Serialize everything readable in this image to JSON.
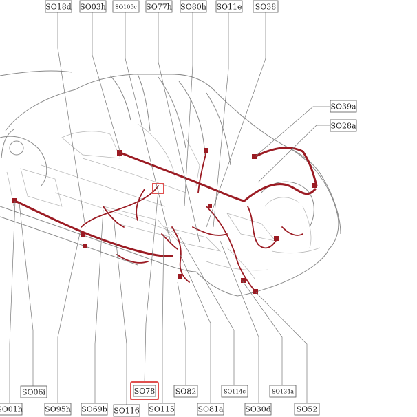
{
  "diagram": {
    "highlight_color": "#e0504f",
    "wire_color": "#9b1b23",
    "labels_top": [
      {
        "id": "SO18d",
        "text": "SO18d",
        "small": false,
        "highlight": false
      },
      {
        "id": "SO03h",
        "text": "SO03h",
        "small": false,
        "highlight": false
      },
      {
        "id": "SO105c",
        "text": "SO105c",
        "small": true,
        "highlight": false
      },
      {
        "id": "SO77h",
        "text": "SO77h",
        "small": false,
        "highlight": false
      },
      {
        "id": "SO80h",
        "text": "SO80h",
        "small": false,
        "highlight": false
      },
      {
        "id": "SO11e",
        "text": "SO11e",
        "small": false,
        "highlight": false
      },
      {
        "id": "SO38",
        "text": "SO38",
        "small": false,
        "highlight": false
      }
    ],
    "labels_right": [
      {
        "id": "SO39a",
        "text": "SO39a",
        "small": false,
        "highlight": false
      },
      {
        "id": "SO28a",
        "text": "SO28a",
        "small": false,
        "highlight": false
      }
    ],
    "labels_bottom": [
      {
        "id": "SO01h",
        "text": "SO01h",
        "small": false,
        "highlight": false
      },
      {
        "id": "SO06i",
        "text": "SO06i",
        "small": false,
        "highlight": false
      },
      {
        "id": "SO95h",
        "text": "SO95h",
        "small": false,
        "highlight": false
      },
      {
        "id": "SO69b",
        "text": "SO69b",
        "small": false,
        "highlight": false
      },
      {
        "id": "SO116",
        "text": "SO116",
        "small": false,
        "highlight": false
      },
      {
        "id": "SO78",
        "text": "SO78",
        "small": false,
        "highlight": true
      },
      {
        "id": "SO115",
        "text": "SO115",
        "small": false,
        "highlight": false
      },
      {
        "id": "SO82",
        "text": "SO82",
        "small": false,
        "highlight": false
      },
      {
        "id": "SO81a",
        "text": "SO81a",
        "small": false,
        "highlight": false
      },
      {
        "id": "SO114c",
        "text": "SO114c",
        "small": true,
        "highlight": false
      },
      {
        "id": "SO30d",
        "text": "SO30d",
        "small": false,
        "highlight": false
      },
      {
        "id": "SO134a",
        "text": "SO134a",
        "small": true,
        "highlight": false
      },
      {
        "id": "SO52",
        "text": "SO52",
        "small": false,
        "highlight": false
      }
    ]
  }
}
